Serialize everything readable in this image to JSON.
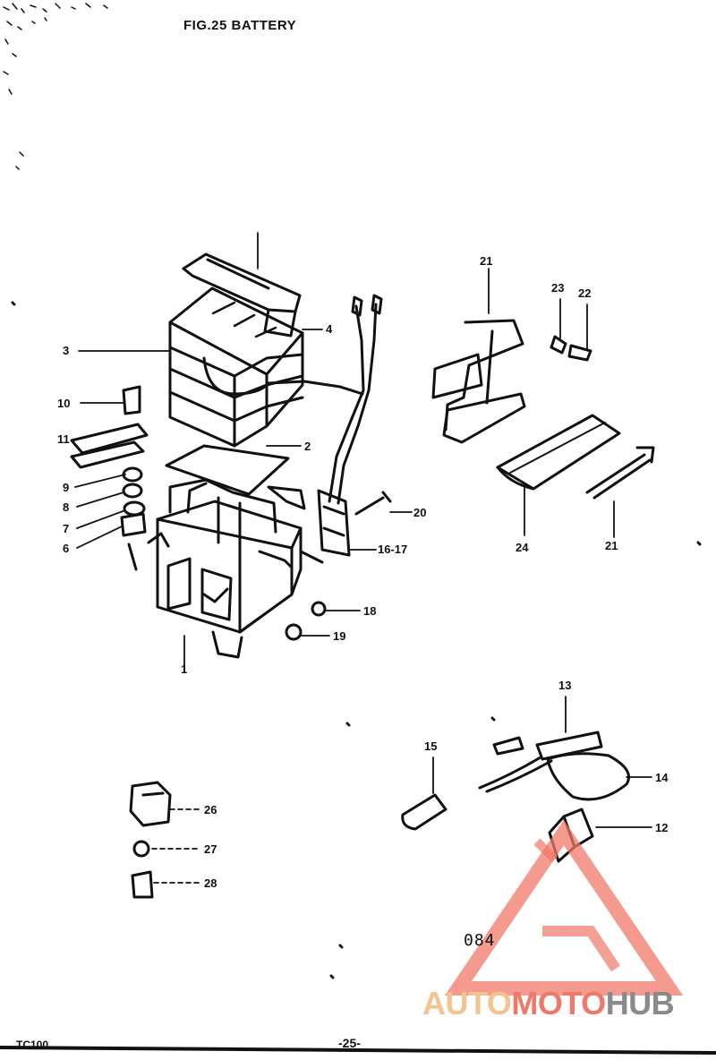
{
  "figure": {
    "title": "FIG.25  BATTERY",
    "page_number": "-25-",
    "model": "TC100",
    "code": "084"
  },
  "watermark": {
    "part1": "AUTO",
    "part2": "MOTO",
    "part3": "HUB",
    "colors": {
      "light": "#f3c391",
      "red": "#f07868",
      "gray": "#8a8a8a"
    }
  },
  "callouts": [
    {
      "key": "c1",
      "text": "1"
    },
    {
      "key": "c2",
      "text": "2"
    },
    {
      "key": "c3",
      "text": "3"
    },
    {
      "key": "c4",
      "text": "4"
    },
    {
      "key": "c6",
      "text": "6"
    },
    {
      "key": "c7",
      "text": "7"
    },
    {
      "key": "c8",
      "text": "8"
    },
    {
      "key": "c9",
      "text": "9"
    },
    {
      "key": "c10",
      "text": "10"
    },
    {
      "key": "c11",
      "text": "11"
    },
    {
      "key": "c12",
      "text": "12"
    },
    {
      "key": "c13",
      "text": "13"
    },
    {
      "key": "c14",
      "text": "14"
    },
    {
      "key": "c15",
      "text": "15"
    },
    {
      "key": "c16",
      "text": "16-17"
    },
    {
      "key": "c18",
      "text": "18"
    },
    {
      "key": "c19",
      "text": "19"
    },
    {
      "key": "c20",
      "text": "20"
    },
    {
      "key": "c21a",
      "text": "21"
    },
    {
      "key": "c21b",
      "text": "21"
    },
    {
      "key": "c22",
      "text": "22"
    },
    {
      "key": "c23",
      "text": "23"
    },
    {
      "key": "c24",
      "text": "24"
    },
    {
      "key": "c26",
      "text": "26"
    },
    {
      "key": "c27",
      "text": "27"
    },
    {
      "key": "c28",
      "text": "28"
    }
  ]
}
